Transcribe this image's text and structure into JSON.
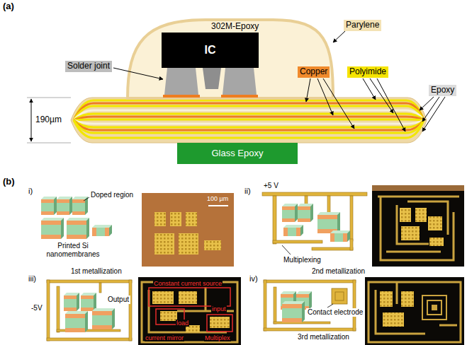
{
  "diagram": {
    "nodes": [
      {
        "text": [
          "IC"
        ]
      },
      {
        "text": [
          "Glass Epoxy"
        ]
      }
    ],
    "labels": [
      "(a)",
      "302M-Epoxy",
      "Parylene",
      "Solder joint",
      "Copper",
      "Polyimide",
      "Epoxy",
      "190µm",
      "(b)",
      "i)",
      "Doped region",
      "Printed Si nanomembranes",
      "100 µm",
      "ii)",
      "+5 V",
      "Multiplexing",
      "iii)",
      "1st metallization",
      "-5V",
      "Output",
      "Constant current source",
      "input",
      "load",
      "current mirror",
      "Multiplex",
      "iv)",
      "2nd metallization",
      "Contact electrode",
      "3rd metallization"
    ]
  }
}
